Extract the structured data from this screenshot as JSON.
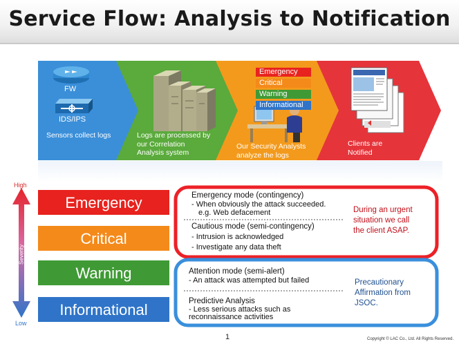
{
  "title": "Service Flow: Analysis to Notification",
  "flow": {
    "fw_label": "FW",
    "ids_label": "IDS/IPS",
    "stage1": "Sensors collect logs",
    "stage2": "Logs are processed by our Correlation Analysis system",
    "stage3": "Our Security Analysts analyze the logs",
    "stage4": "Clients are Notified",
    "levels": [
      "Emergency",
      "Critical",
      "Warning",
      "Informational"
    ]
  },
  "severity": {
    "high": "High",
    "low": "Low",
    "axis_label": "Severity",
    "emergency": "Emergency",
    "critical": "Critical",
    "warning": "Warning",
    "informational": "Informational"
  },
  "modes": {
    "emergency_title": "Emergency mode (contingency)",
    "emergency_line1": "- When obviously the attack succeeded.",
    "emergency_line2": "e.g. Web defacement",
    "critical_title": "Cautious mode (semi-contingency)",
    "critical_line1": "- Intrusion is acknowledged",
    "critical_line2": "- Investigate any data theft",
    "warning_title": "Attention mode (semi-alert)",
    "warning_line1": "- An attack was attempted but failed",
    "info_title": "Predictive Analysis",
    "info_line1": "- Less serious attacks such as",
    "info_line2": "reconnaissance activities"
  },
  "notes": {
    "urgent": "During an urgent situation we call the client ASAP.",
    "precaution": "Precautionary Affirmation from JSOC."
  },
  "colors": {
    "stage1": "#3b8fd9",
    "stage2": "#5aaa3c",
    "stage3": "#f39a1c",
    "stage4": "#e5343a",
    "emergency": "#e8221e",
    "critical": "#f48a1a",
    "warning": "#3f9a35",
    "informational": "#2f74c8",
    "urgent_text": "#c0101a",
    "precaution_text": "#1f4f8f"
  },
  "footer": {
    "page_number": "1",
    "copyright": "Copyright © LAC Co., Ltd. All Rights Reserved."
  }
}
